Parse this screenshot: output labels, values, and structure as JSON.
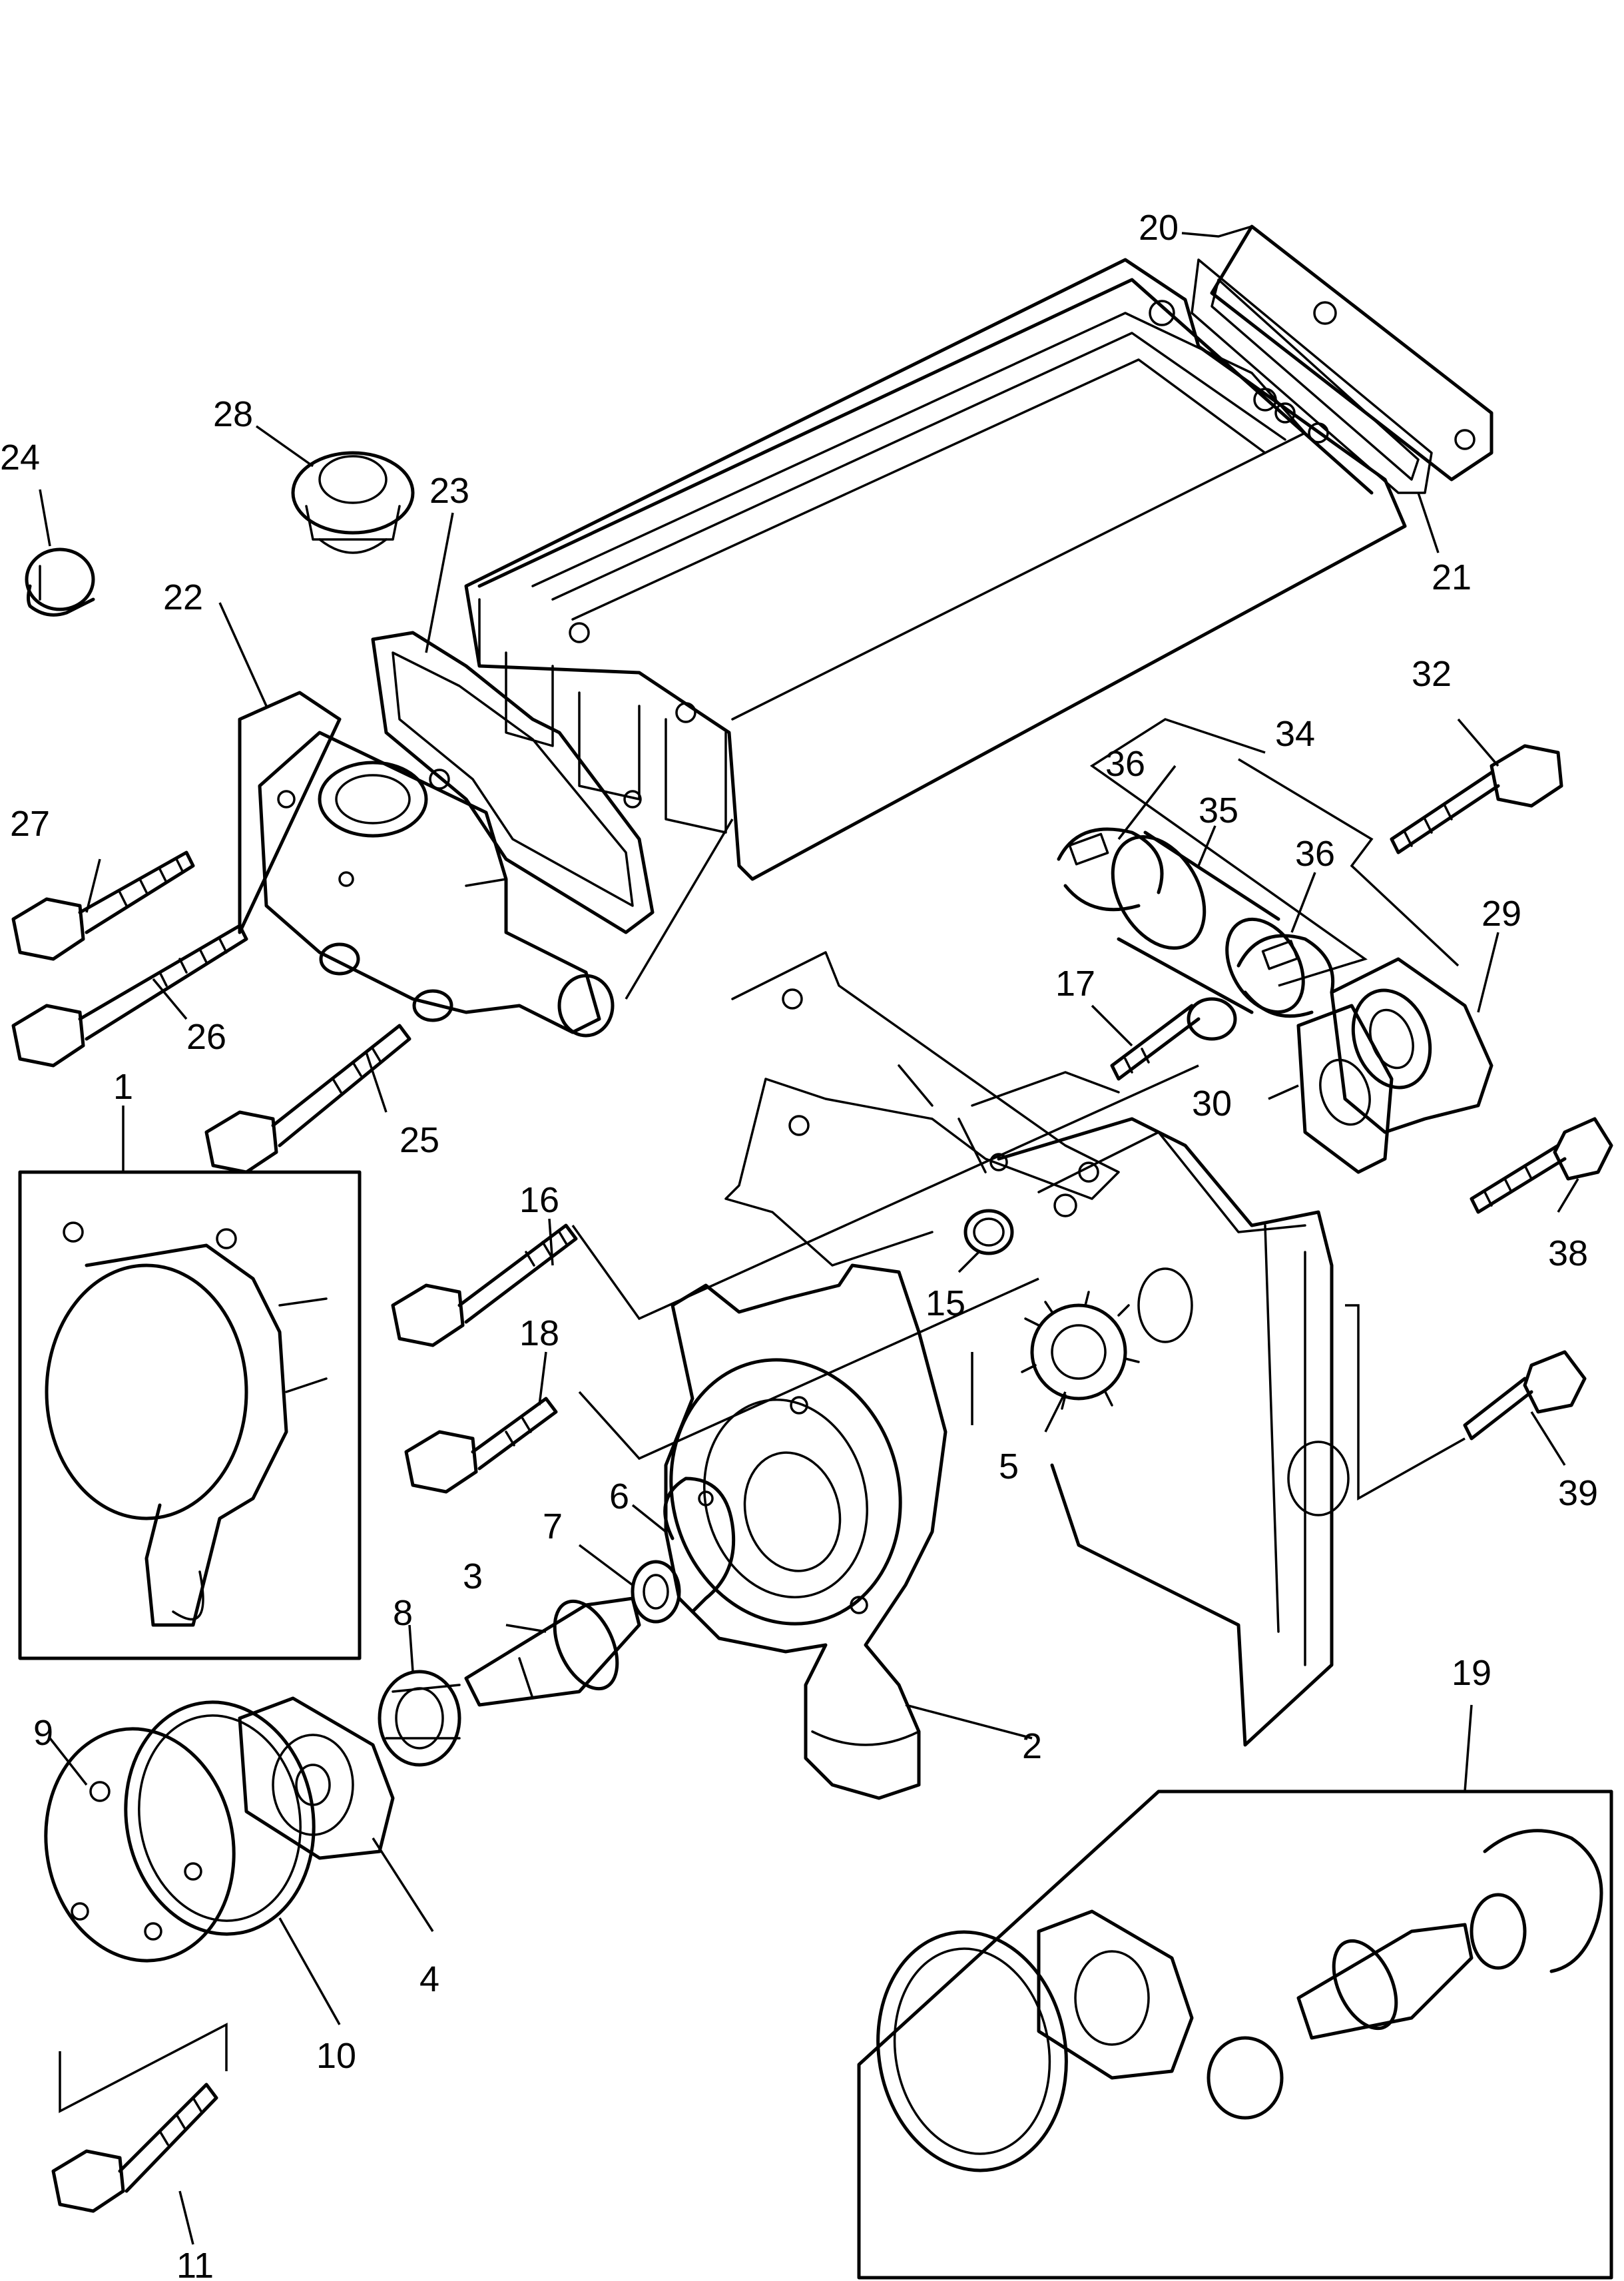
{
  "callouts": {
    "c1": "1",
    "c2": "2",
    "c3": "3",
    "c4": "4",
    "c5": "5",
    "c6": "6",
    "c7": "7",
    "c8": "8",
    "c9": "9",
    "c10": "10",
    "c11": "11",
    "c15": "15",
    "c16": "16",
    "c17": "17",
    "c18": "18",
    "c19": "19",
    "c20": "20",
    "c21": "21",
    "c22": "22",
    "c23": "23",
    "c24": "24",
    "c25": "25",
    "c26": "26",
    "c27": "27",
    "c28": "28",
    "c29": "29",
    "c30": "30",
    "c32": "32",
    "c34": "34",
    "c35": "35",
    "c36a": "36",
    "c36b": "36",
    "c38": "38",
    "c39": "39"
  }
}
